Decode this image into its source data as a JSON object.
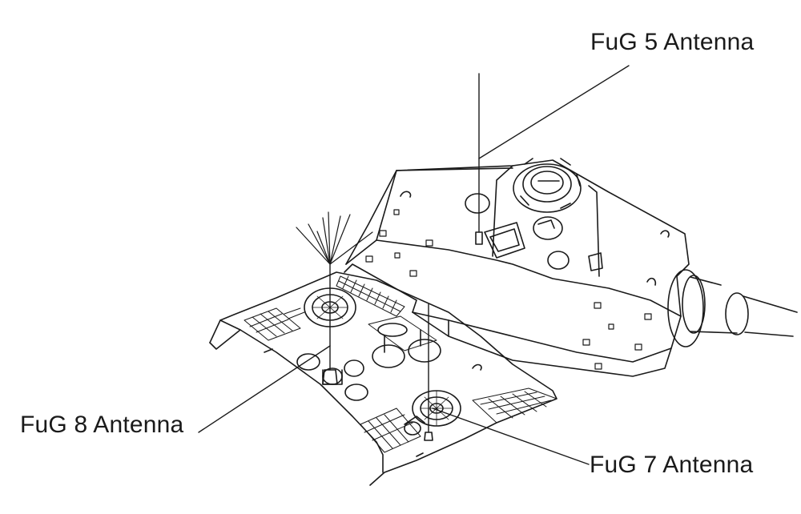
{
  "labels": {
    "fug5": "FuG 5 Antenna",
    "fug8": "FuG 8 Antenna",
    "fug7": "FuG 7 Antenna"
  },
  "colors": {
    "ink": "#1a1a1a",
    "paper": "#ffffff"
  }
}
